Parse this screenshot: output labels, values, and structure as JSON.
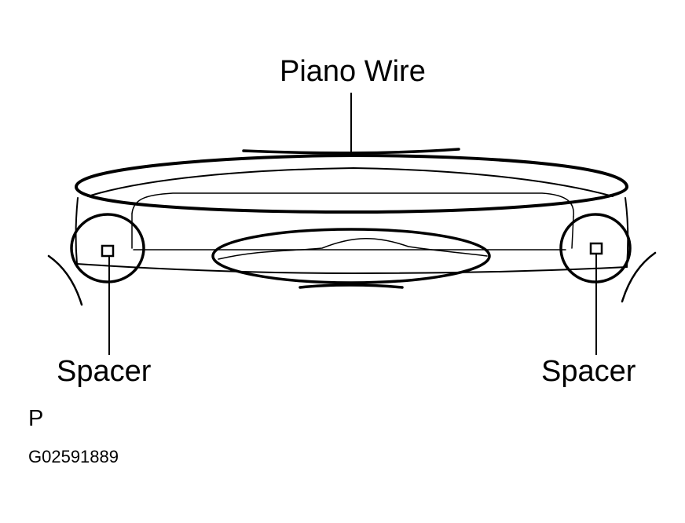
{
  "labels": {
    "piano_wire": "Piano Wire",
    "spacer_left": "Spacer",
    "spacer_right": "Spacer",
    "view_letter": "P",
    "figure_code": "G02591889"
  },
  "colors": {
    "ink": "#000000",
    "background": "#ffffff"
  }
}
